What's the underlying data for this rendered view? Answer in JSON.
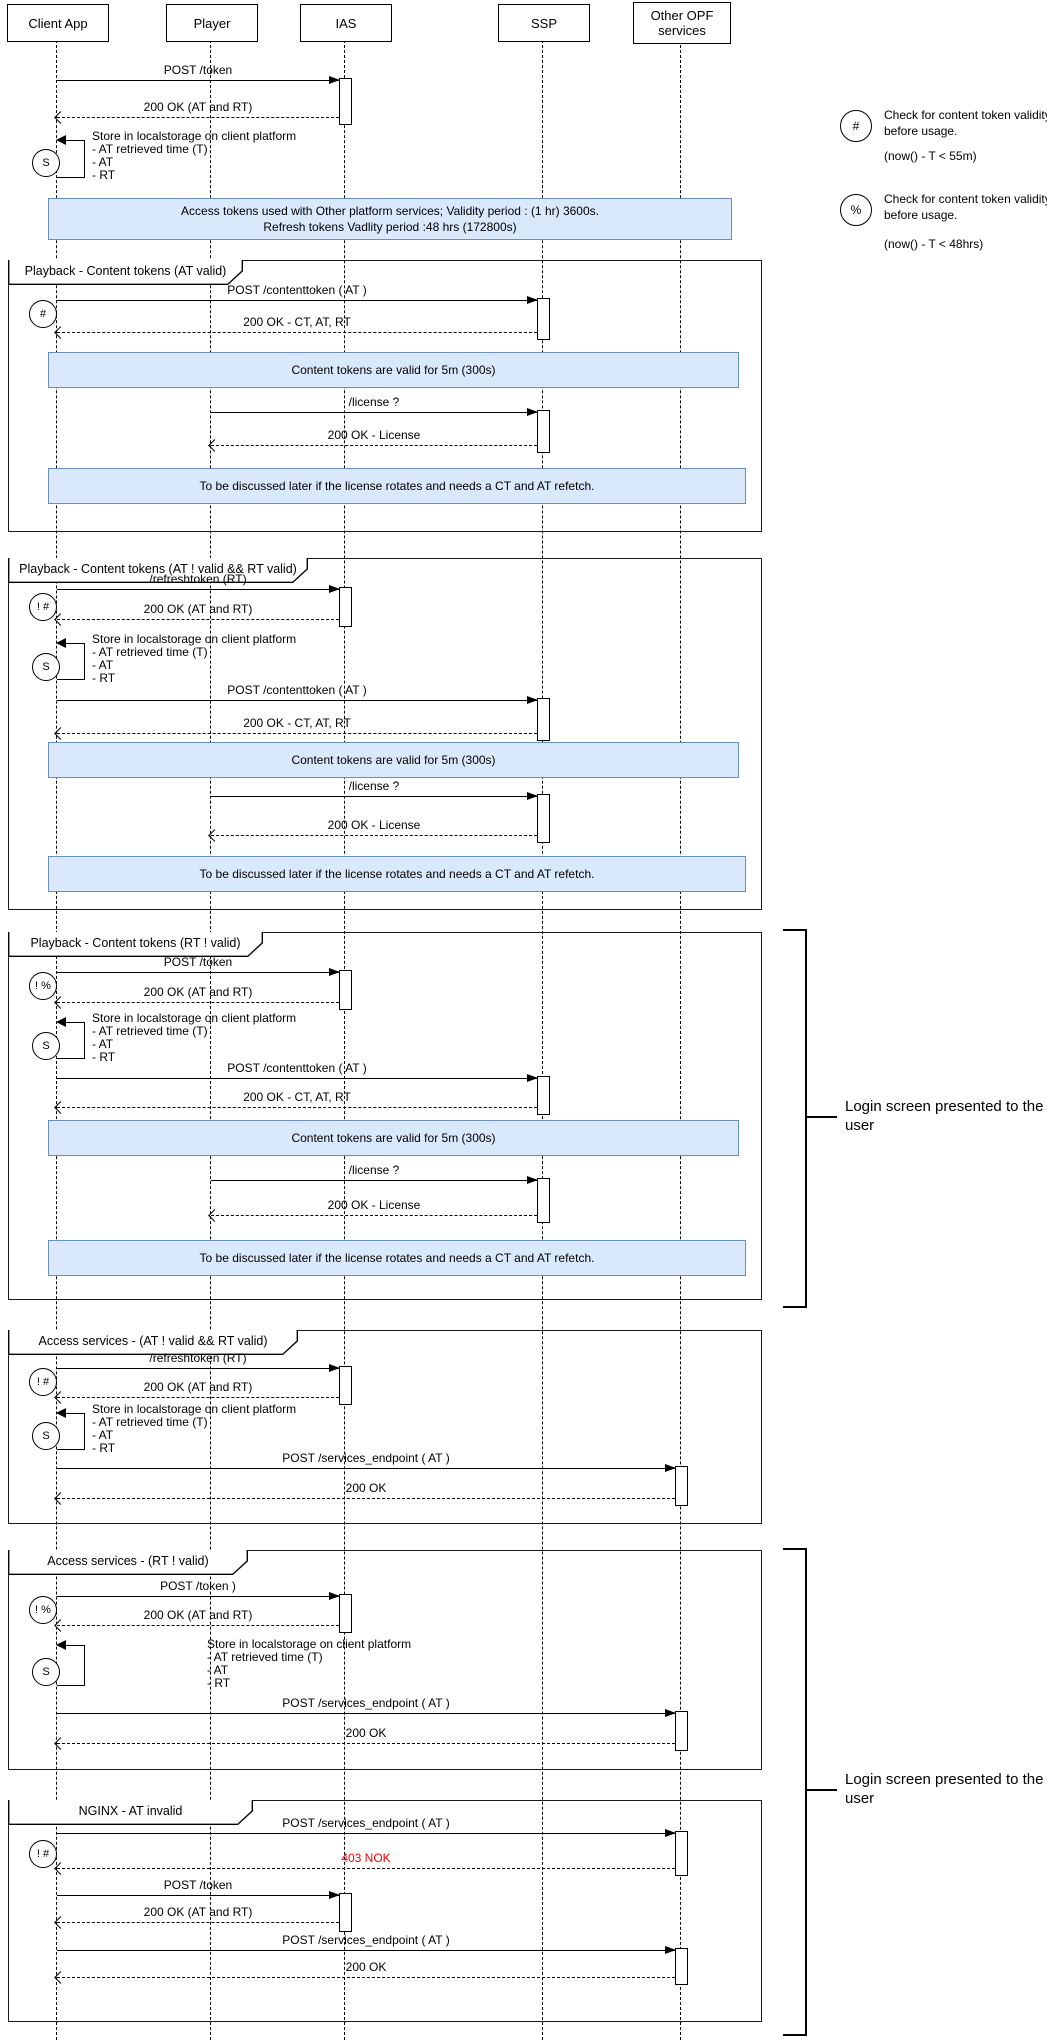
{
  "actors": [
    {
      "label": "Client App"
    },
    {
      "label": "Player"
    },
    {
      "label": "IAS"
    },
    {
      "label": "SSP"
    },
    {
      "label": "Other OPF services"
    }
  ],
  "legend": {
    "items": [
      {
        "symbol": "#",
        "text": "Check for content token validity before usage.",
        "formula": "(now() - T < 55m)"
      },
      {
        "symbol": "%",
        "text": "Check for content token validity before usage.",
        "formula": "(now() - T <  48hrs)"
      }
    ]
  },
  "intro": {
    "m1": "POST /token",
    "m2": "200 OK (AT and RT)",
    "store_badge": "S",
    "store_title": "Store in localstorage on client platform",
    "store_l1": "- AT retrieved time (T)",
    "store_l2": "- AT",
    "store_l3": "- RT",
    "note_line1": "Access tokens used with Other platform services; Validity period : (1 hr) 3600s.",
    "note_line2": "Refresh tokens Vadlity period :48 hrs (172800s)"
  },
  "f1": {
    "title": "Playback - Content tokens (AT valid)",
    "badge": "#",
    "m1": "POST /contenttoken ( AT )",
    "m2": "200 OK - CT, AT, RT",
    "note1": "Content tokens are valid for 5m (300s)",
    "m3": "/license ?",
    "m4": "200 OK - License",
    "note2": "To be discussed later if the license rotates and needs a CT and AT refetch."
  },
  "f2": {
    "title": "Playback - Content tokens (AT ! valid && RT valid)",
    "badge": "! #",
    "m1": "/refreshtoken (RT)",
    "m2": "200 OK (AT and RT)",
    "store_badge": "S",
    "store_title": "Store in localstorage on client platform",
    "store_l1": "- AT retrieved time (T)",
    "store_l2": "- AT",
    "store_l3": "- RT",
    "m3": "POST /contenttoken ( AT )",
    "m4": "200 OK - CT, AT, RT",
    "note1": "Content tokens are valid for 5m (300s)",
    "m5": "/license ?",
    "m6": "200 OK - License",
    "note2": "To be discussed later if the license rotates and needs a CT and AT refetch."
  },
  "f3": {
    "title": "Playback - Content tokens (RT ! valid)",
    "badge": "! %",
    "m1": "POST /token",
    "m2": "200 OK (AT and RT)",
    "store_badge": "S",
    "store_title": "Store in localstorage on client platform",
    "store_l1": "- AT retrieved time (T)",
    "store_l2": "- AT",
    "store_l3": "- RT",
    "m3": "POST /contenttoken ( AT )",
    "m4": "200 OK - CT, AT, RT",
    "note1": "Content tokens are valid for 5m (300s)",
    "m5": "/license ?",
    "m6": "200 OK - License",
    "note2": "To be discussed later if the license rotates and needs a CT and AT refetch."
  },
  "f4": {
    "title": "Access services - (AT ! valid && RT valid)",
    "badge": "! #",
    "m1": "/refreshtoken (RT)",
    "m2": "200 OK (AT and RT)",
    "store_badge": "S",
    "store_title": "Store in localstorage on client platform",
    "store_l1": "- AT retrieved time (T)",
    "store_l2": "- AT",
    "store_l3": "- RT",
    "m3": "POST /services_endpoint ( AT )",
    "m4": "200 OK"
  },
  "f5": {
    "title": "Access services - (RT ! valid)",
    "badge": "! %",
    "m1": "POST /token )",
    "m2": "200 OK (AT and RT)",
    "store_badge": "S",
    "store_title": "Store in localstorage on client platform",
    "store_l1": "- AT retrieved time (T)",
    "store_l2": "- AT",
    "store_l3": "- RT",
    "m3": "POST /services_endpoint ( AT )",
    "m4": "200 OK"
  },
  "f6": {
    "title": "NGINX - AT invalid",
    "badge": "! #",
    "m1": "POST /services_endpoint ( AT )",
    "m2": "403 NOK",
    "m3": "POST /token",
    "m4": "200 OK (AT and RT)",
    "m5": "POST /services_endpoint ( AT )",
    "m6": "200 OK"
  },
  "brackets": {
    "b1": "Login screen presented to the user",
    "b2": "Login screen presented to the user"
  },
  "colors": {
    "note_bg": "#dae8fc",
    "note_border": "#6c8ebf",
    "error_text": "#ff0000"
  }
}
